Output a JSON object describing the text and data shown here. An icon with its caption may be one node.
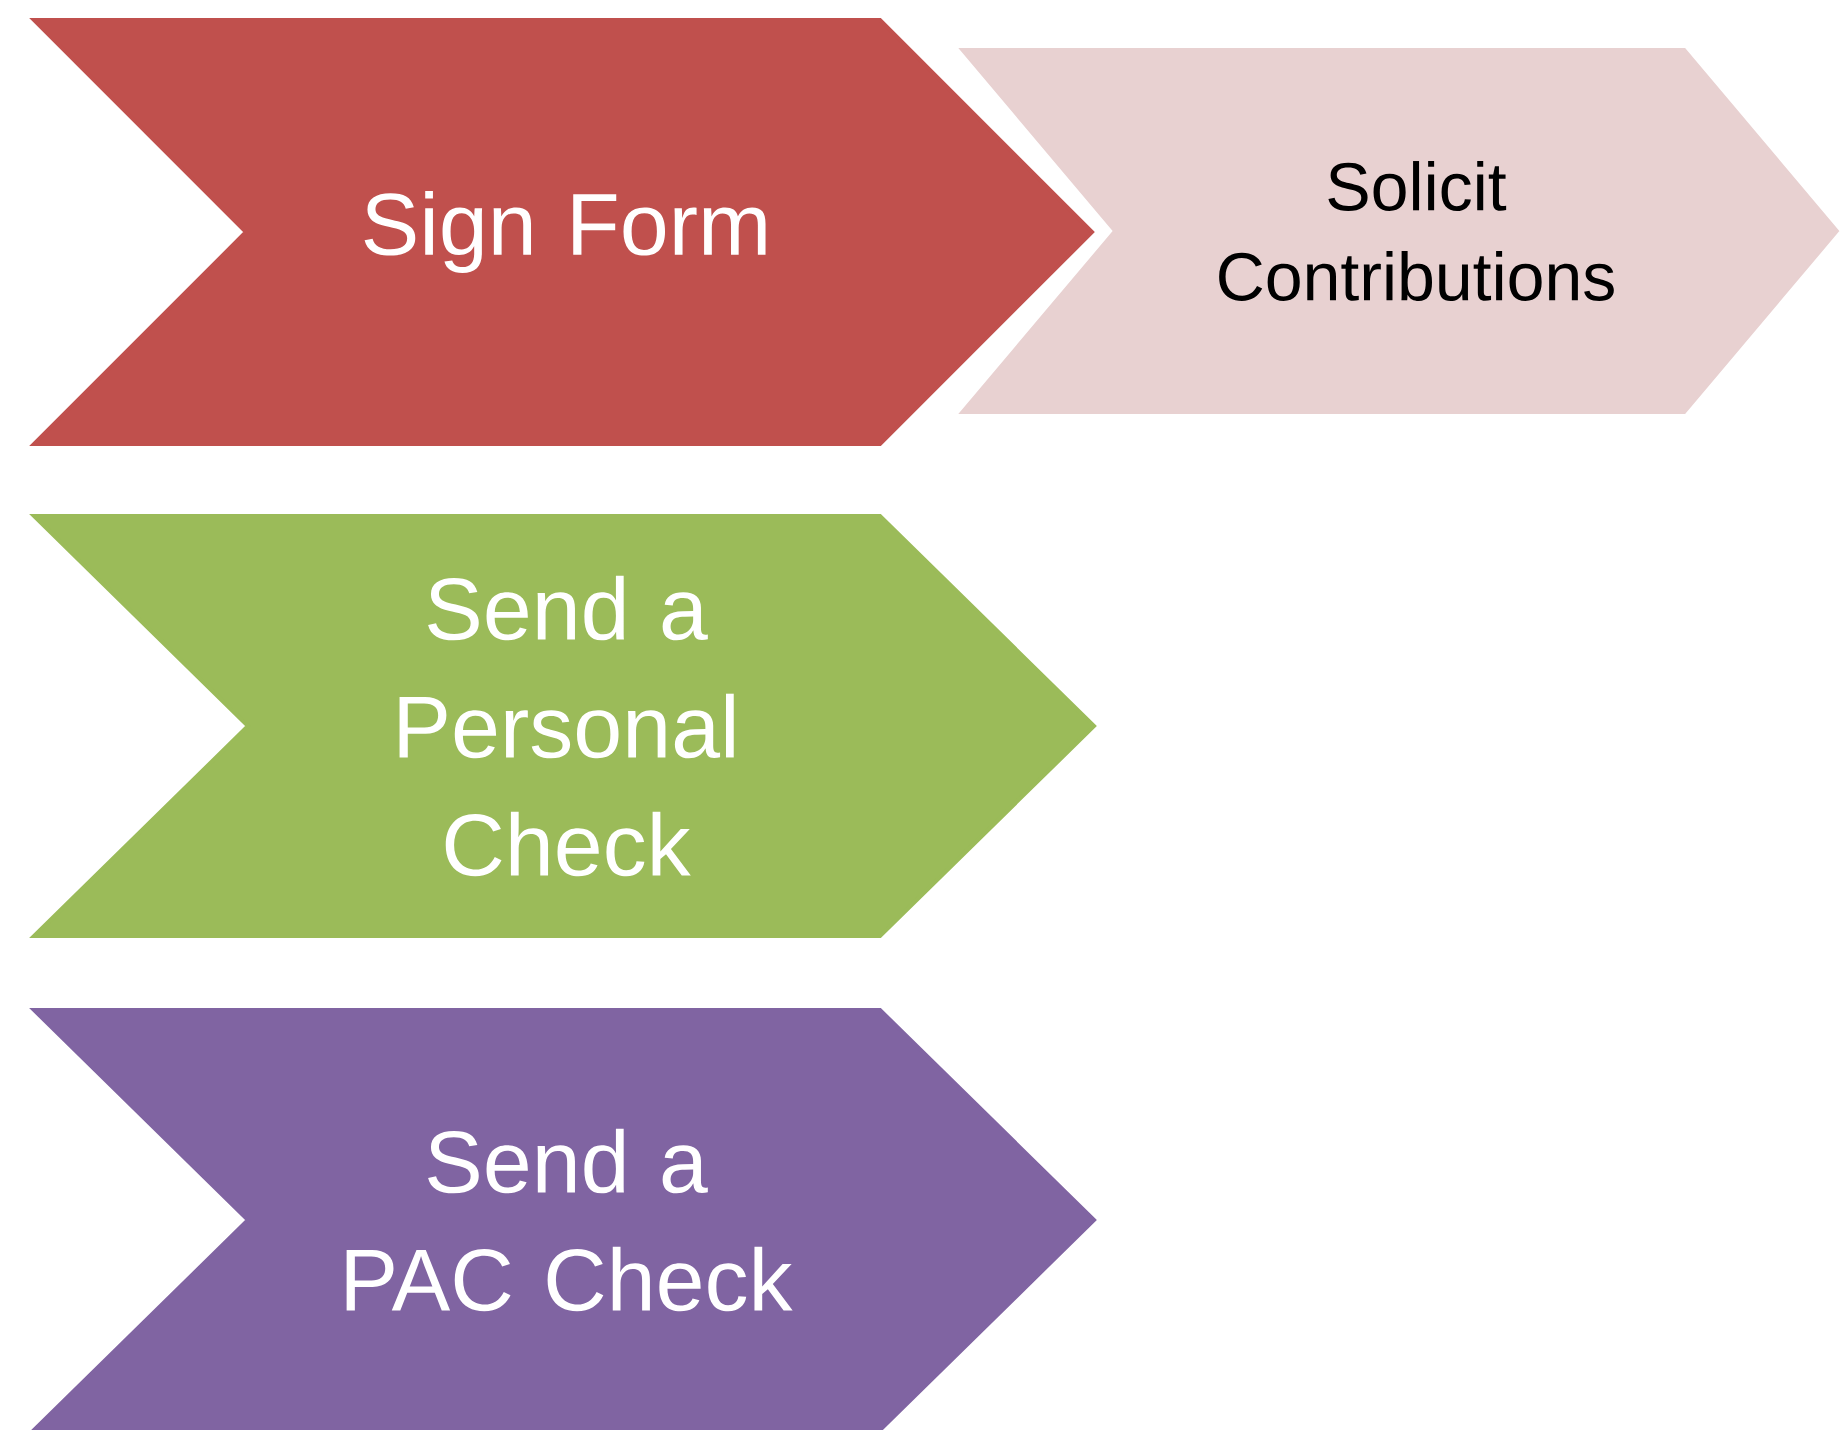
{
  "diagram": {
    "nodes": [
      {
        "text": [
          "Sign Form"
        ]
      },
      {
        "text": [
          "Solicit Contributions"
        ]
      },
      {
        "text": [
          "Send a Personal Check"
        ]
      },
      {
        "text": [
          "Send a PAC Check"
        ]
      }
    ]
  }
}
